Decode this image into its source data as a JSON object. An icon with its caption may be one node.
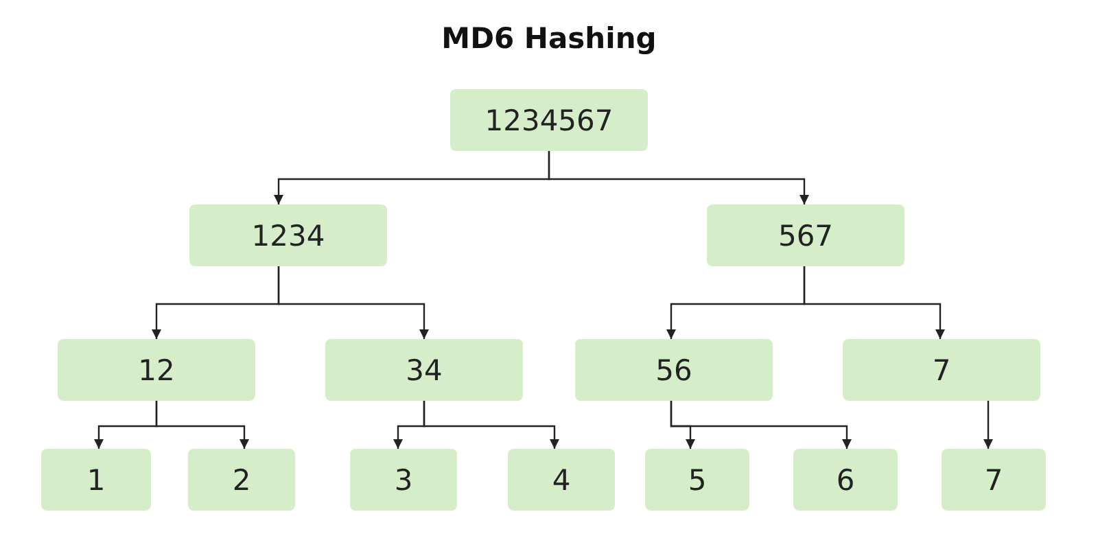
{
  "diagram": {
    "title": "MD6 Hashing",
    "nodes": [
      {
        "text": [
          "1234567"
        ]
      },
      {
        "text": [
          "1234"
        ]
      },
      {
        "text": [
          "567"
        ]
      },
      {
        "text": [
          "12"
        ]
      },
      {
        "text": [
          "34"
        ]
      },
      {
        "text": [
          "56"
        ]
      },
      {
        "text": [
          "7"
        ]
      },
      {
        "text": [
          "1"
        ]
      },
      {
        "text": [
          "2"
        ]
      },
      {
        "text": [
          "3"
        ]
      },
      {
        "text": [
          "4"
        ]
      },
      {
        "text": [
          "5"
        ]
      },
      {
        "text": [
          "6"
        ]
      },
      {
        "text": [
          "7"
        ]
      }
    ],
    "edges": [
      {
        "from": 0,
        "to": 1,
        "arrow": "to"
      },
      {
        "from": 0,
        "to": 2,
        "arrow": "to"
      },
      {
        "from": 1,
        "to": 3,
        "arrow": "to"
      },
      {
        "from": 1,
        "to": 4,
        "arrow": "to"
      },
      {
        "from": 2,
        "to": 5,
        "arrow": "to"
      },
      {
        "from": 2,
        "to": 6,
        "arrow": "to"
      },
      {
        "from": 3,
        "to": 7,
        "arrow": "to"
      },
      {
        "from": 3,
        "to": 8,
        "arrow": "to"
      },
      {
        "from": 4,
        "to": 9,
        "arrow": "to"
      },
      {
        "from": 4,
        "to": 10,
        "arrow": "to"
      },
      {
        "from": 5,
        "to": 11,
        "arrow": "to"
      },
      {
        "from": 5,
        "to": 12,
        "arrow": "to"
      },
      {
        "from": 6,
        "to": 13,
        "arrow": "to"
      }
    ]
  }
}
